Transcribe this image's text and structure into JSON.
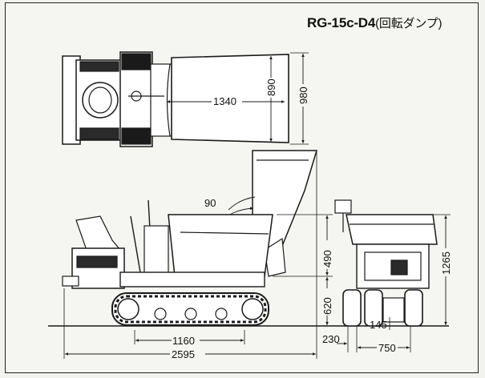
{
  "title": {
    "model": "RG-15c-D4",
    "variant": "(回転ダンプ)"
  },
  "dimensions": {
    "top_length": "1340",
    "top_inner_width": "890",
    "top_outer_width": "980",
    "dump_angle": "90",
    "bed_height": "490",
    "overall_height": "1265",
    "bed_floor_height": "620",
    "track_ground_length": "1160",
    "overall_length": "2595",
    "track_width": "145",
    "side_offset": "230",
    "track_gauge": "750"
  },
  "colors": {
    "line": "#1a1a1a",
    "paper": "#f5f5f1"
  }
}
